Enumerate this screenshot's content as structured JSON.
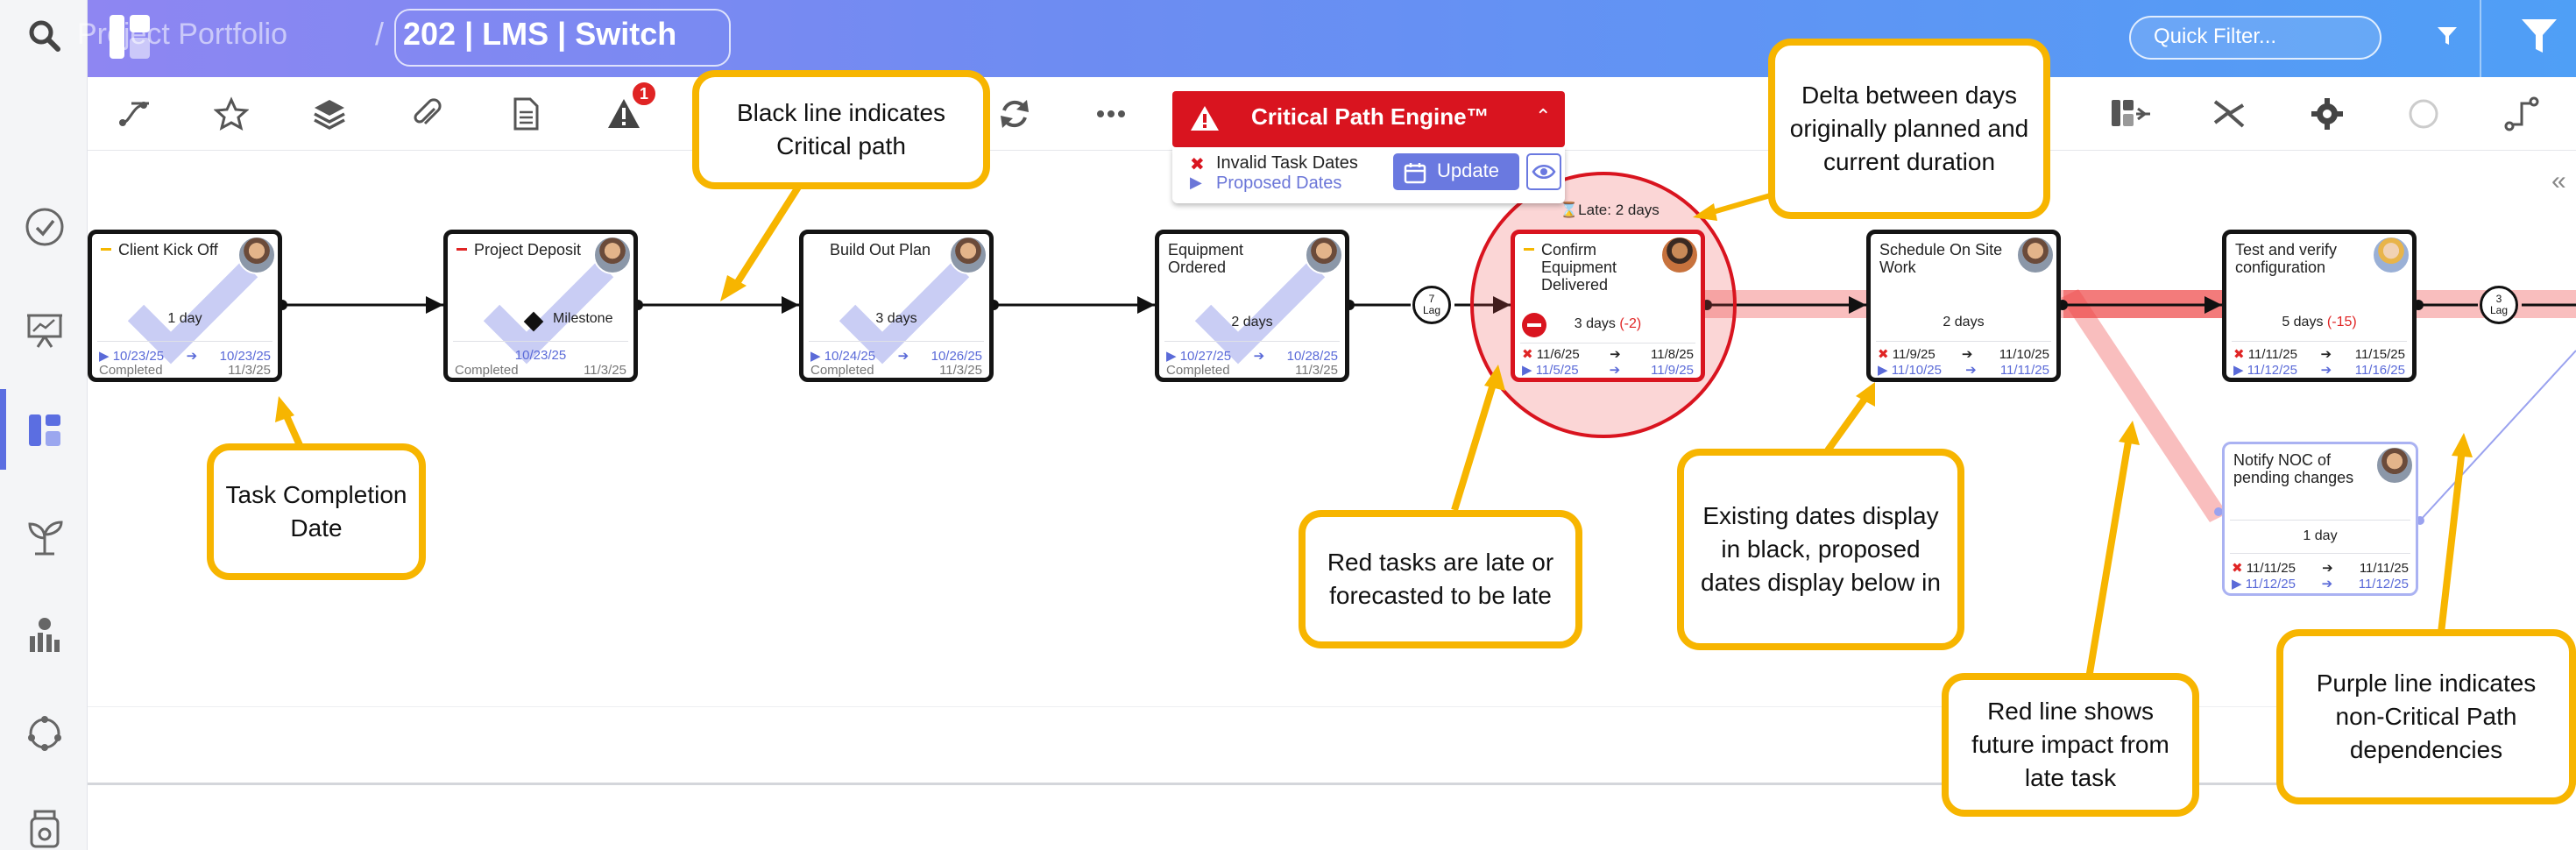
{
  "header": {
    "app_title": "Project Portfolio",
    "breadcrumb_separator": "/",
    "project_name": "202 | LMS | Switch",
    "quick_filter_label": "Quick Filter..."
  },
  "rail": {
    "icons": [
      "search-icon",
      "check-circle-icon",
      "presentation-icon",
      "portfolio-icon",
      "sprout-icon",
      "team-chart-icon",
      "circle-network-icon",
      "jar-icon"
    ],
    "active": "portfolio-icon"
  },
  "toolbar": {
    "icons": [
      "link-tasks-icon",
      "star-icon",
      "layers-icon",
      "paperclip-icon",
      "document-icon",
      "alert-icon",
      "refresh-icon",
      "more-icon",
      "layout-arrows-icon",
      "collapse-arrows-icon",
      "gear-icon",
      "circle-icon",
      "path-icon"
    ],
    "alert_count": "1"
  },
  "critical_path_engine": {
    "title": "Critical Path Engine™",
    "invalid_label": "Invalid Task Dates",
    "proposed_label": "Proposed Dates",
    "update_label": "Update"
  },
  "late_badge": "Late: 2 days",
  "tasks": [
    {
      "title": "Client Kick Off",
      "duration": "1 day",
      "start": "10/23/25",
      "end": "10/23/25",
      "status": "Completed",
      "completed_date": "11/3/25"
    },
    {
      "title": "Project Deposit",
      "milestone": "Milestone",
      "date": "10/23/25",
      "status": "Completed",
      "completed_date": "11/3/25"
    },
    {
      "title": "Build Out Plan",
      "duration": "3 days",
      "start": "10/24/25",
      "end": "10/26/25",
      "status": "Completed",
      "completed_date": "11/3/25"
    },
    {
      "title": "Equipment Ordered",
      "duration": "2 days",
      "start": "10/27/25",
      "end": "10/28/25",
      "status": "Completed",
      "completed_date": "11/3/25"
    },
    {
      "title": "Confirm Equipment Delivered",
      "duration": "3 days",
      "delta": "(-2)",
      "start": "11/6/25",
      "end": "11/8/25",
      "proposed_start": "11/5/25",
      "proposed_end": "11/9/25"
    },
    {
      "title": "Schedule On Site Work",
      "duration": "2 days",
      "start": "11/9/25",
      "end": "11/10/25",
      "proposed_start": "11/10/25",
      "proposed_end": "11/11/25"
    },
    {
      "title": "Test and verify configuration",
      "duration": "5 days",
      "delta": "(-15)",
      "start": "11/11/25",
      "end": "11/15/25",
      "proposed_start": "11/12/25",
      "proposed_end": "11/16/25"
    },
    {
      "title": "Notify NOC of pending changes",
      "duration": "1 day",
      "start": "11/11/25",
      "end": "11/11/25",
      "proposed_start": "11/12/25",
      "proposed_end": "11/12/25"
    }
  ],
  "lags": [
    {
      "value": "7",
      "unit": "Lag"
    },
    {
      "value": "3",
      "unit": "Lag"
    }
  ],
  "callouts": {
    "critical_path": "Black line indicates Critical path",
    "delta": "Delta between days originally planned and current duration",
    "completion_date": "Task Completion Date",
    "red_tasks": "Red tasks are late or forecasted to be late",
    "existing_dates": "Existing dates display in black, proposed dates display below in",
    "red_line": "Red line shows future impact from late task",
    "purple_line": "Purple line indicates non-Critical Path dependencies"
  },
  "colors": {
    "header_start": "#8e86f2",
    "header_end": "#4f9ff6",
    "critical_red": "#d9141f",
    "callout_yellow": "#f7b500",
    "proposed_purple": "#6b76d8"
  }
}
